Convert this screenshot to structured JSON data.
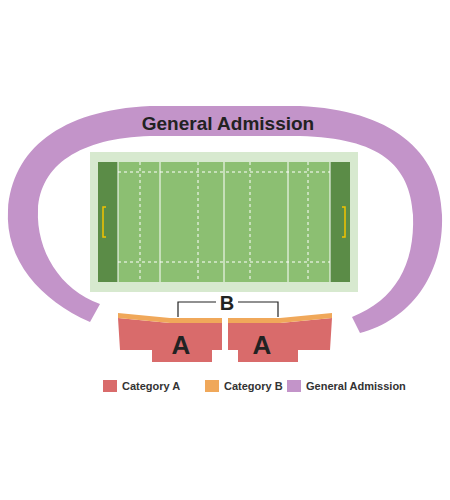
{
  "diagram": {
    "nodes": [
      {
        "text": [
          "General Admission"
        ]
      },
      {
        "text": [
          "A"
        ]
      },
      {
        "text": [
          "A"
        ]
      },
      {
        "text": [
          "B"
        ]
      }
    ],
    "legend": [
      {
        "text": "Category A",
        "color": "#d96b6b"
      },
      {
        "text": "Category B",
        "color": "#f0a85a"
      },
      {
        "text": "General Admission",
        "color": "#c394c9"
      }
    ]
  }
}
